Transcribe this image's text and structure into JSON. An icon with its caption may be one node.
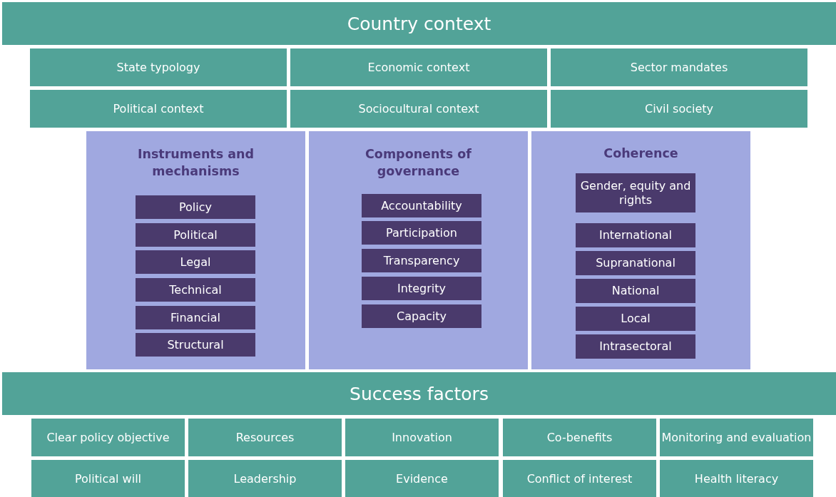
{
  "diagram": {
    "nodes": [
      {
        "text": [
          "Country context"
        ]
      },
      {
        "text": [
          "State typology"
        ]
      },
      {
        "text": [
          "Economic context"
        ]
      },
      {
        "text": [
          "Sector mandates"
        ]
      },
      {
        "text": [
          "Political context"
        ]
      },
      {
        "text": [
          "Sociocultural context"
        ]
      },
      {
        "text": [
          "Civil society"
        ]
      },
      {
        "text": [
          "Instruments and mechanisms"
        ]
      },
      {
        "text": [
          "Policy"
        ],
        "in": 7
      },
      {
        "text": [
          "Political"
        ],
        "in": 7
      },
      {
        "text": [
          "Legal"
        ],
        "in": 7
      },
      {
        "text": [
          "Technical"
        ],
        "in": 7
      },
      {
        "text": [
          "Financial"
        ],
        "in": 7
      },
      {
        "text": [
          "Structural"
        ],
        "in": 7
      },
      {
        "text": [
          "Components of governance"
        ]
      },
      {
        "text": [
          "Accountability"
        ],
        "in": 14
      },
      {
        "text": [
          "Participation"
        ],
        "in": 14
      },
      {
        "text": [
          "Transparency"
        ],
        "in": 14
      },
      {
        "text": [
          "Integrity"
        ],
        "in": 14
      },
      {
        "text": [
          "Capacity"
        ],
        "in": 14
      },
      {
        "text": [
          "Coherence"
        ]
      },
      {
        "text": [
          "Gender, equity and rights"
        ],
        "in": 20
      },
      {
        "text": [
          "International"
        ],
        "in": 20
      },
      {
        "text": [
          "Supranational"
        ],
        "in": 20
      },
      {
        "text": [
          "National"
        ],
        "in": 20
      },
      {
        "text": [
          "Local"
        ],
        "in": 20
      },
      {
        "text": [
          "Intrasectoral"
        ],
        "in": 20
      },
      {
        "text": [
          "Success factors"
        ]
      },
      {
        "text": [
          "Clear policy objective"
        ]
      },
      {
        "text": [
          "Resources"
        ]
      },
      {
        "text": [
          "Innovation"
        ]
      },
      {
        "text": [
          "Co-benefits"
        ]
      },
      {
        "text": [
          "Monitoring and evaluation"
        ]
      },
      {
        "text": [
          "Political will"
        ]
      },
      {
        "text": [
          "Leadership"
        ]
      },
      {
        "text": [
          "Evidence"
        ]
      },
      {
        "text": [
          "Conflict of interest"
        ]
      },
      {
        "text": [
          "Health literacy"
        ]
      }
    ],
    "edges": []
  }
}
